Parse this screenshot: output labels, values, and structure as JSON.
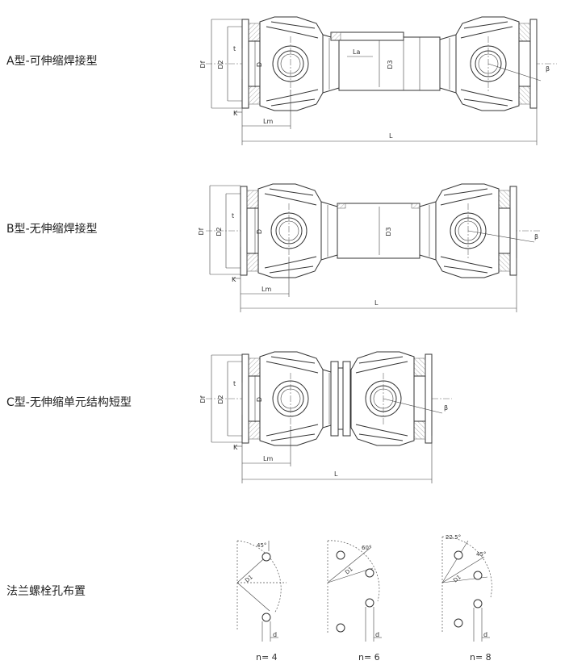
{
  "types": [
    {
      "label": "A型-可伸缩焊接型"
    },
    {
      "label": "B型-无伸缩焊接型"
    },
    {
      "label": "C型-无伸缩单元结构短型"
    }
  ],
  "bolt_section": {
    "label": "法兰螺栓孔布置",
    "layouts": [
      {
        "n_label": "n= 4",
        "angles": [
          "45°"
        ]
      },
      {
        "n_label": "n= 6",
        "angles": [
          "60°"
        ]
      },
      {
        "n_label": "n= 8",
        "angles": [
          "22.5°",
          "45°"
        ]
      }
    ]
  },
  "dims": {
    "Df": "Df",
    "D2": "D2",
    "D": "D",
    "D1": "D1",
    "D3": "D3",
    "t": "t",
    "K": "K",
    "Lm": "Lm",
    "L": "L",
    "La": "La",
    "beta": "β",
    "d": "d"
  }
}
